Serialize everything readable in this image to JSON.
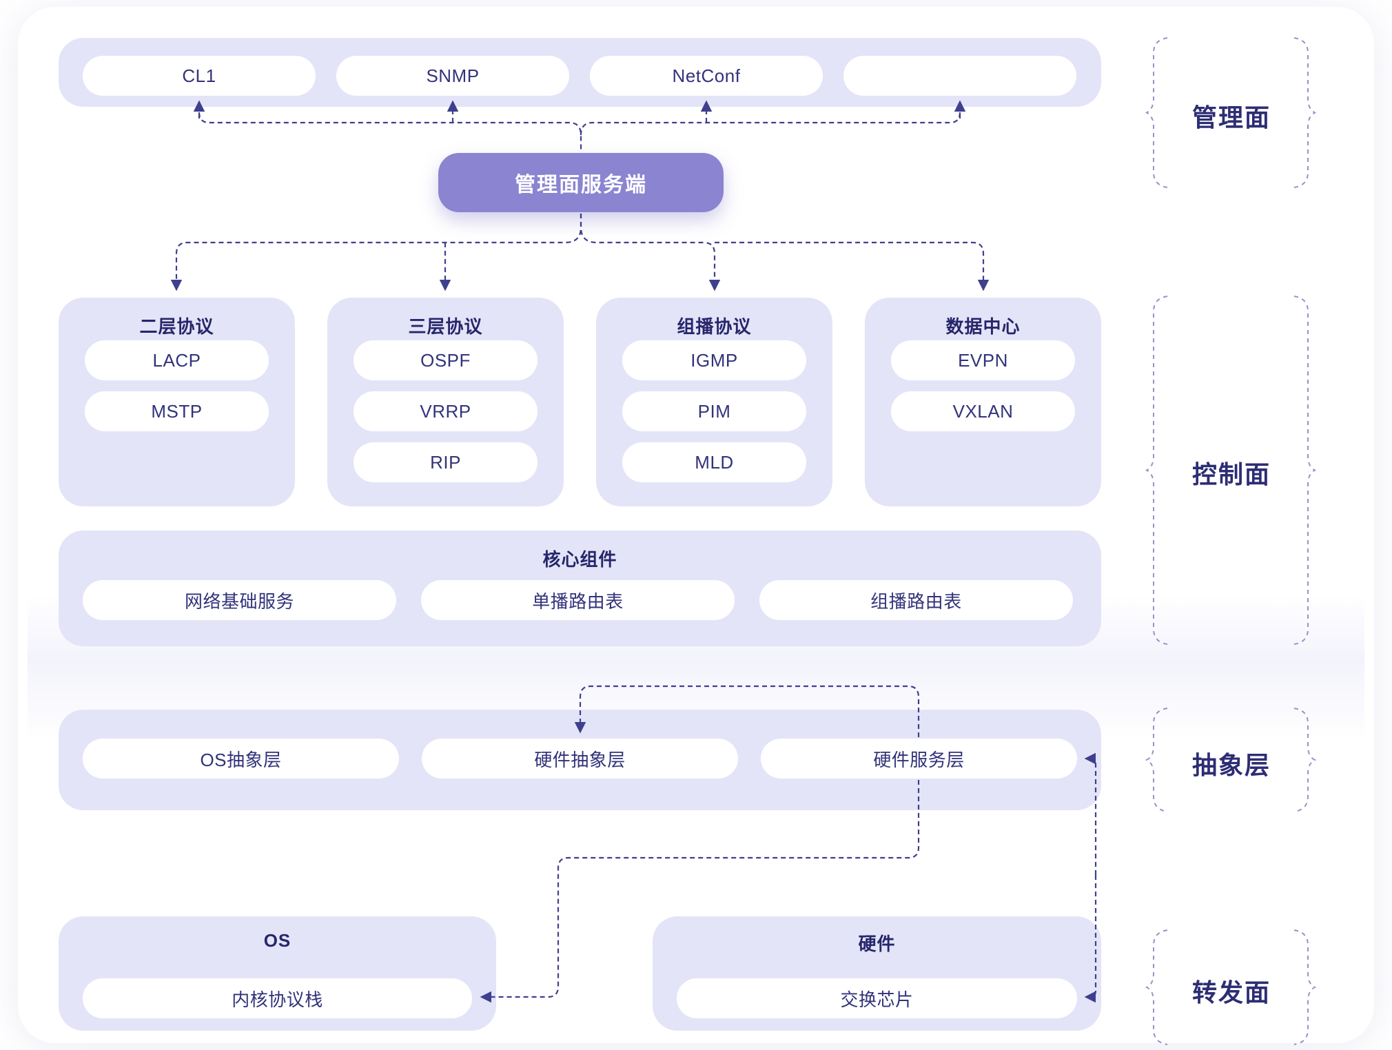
{
  "palette": {
    "container_fill": "#E4E4F8",
    "pill_fill": "#FFFFFF",
    "accent_button": "#8B84D1",
    "text_dark": "#26266B",
    "text_pill": "#32327B",
    "connector": "#3F3F8E",
    "brace": "#9393CC"
  },
  "management_plane": {
    "label": "管理面",
    "pills": [
      "CL1",
      "SNMP",
      "NetConf",
      ""
    ]
  },
  "server_button": {
    "label": "管理面服务端"
  },
  "control_plane": {
    "label": "控制面",
    "columns": [
      {
        "title": "二层协议",
        "items": [
          "LACP",
          "MSTP"
        ]
      },
      {
        "title": "三层协议",
        "items": [
          "OSPF",
          "VRRP",
          "RIP"
        ]
      },
      {
        "title": "组播协议",
        "items": [
          "IGMP",
          "PIM",
          "MLD"
        ]
      },
      {
        "title": "数据中心",
        "items": [
          "EVPN",
          "VXLAN"
        ]
      }
    ],
    "core": {
      "title": "核心组件",
      "items": [
        "网络基础服务",
        "单播路由表",
        "组播路由表"
      ]
    }
  },
  "abstraction_layer": {
    "label": "抽象层",
    "pills": [
      "OS抽象层",
      "硬件抽象层",
      "硬件服务层"
    ]
  },
  "forwarding_plane": {
    "label": "转发面",
    "os_box": {
      "title": "OS",
      "item": "内核协议栈"
    },
    "hw_box": {
      "title": "硬件",
      "item": "交换芯片"
    }
  }
}
